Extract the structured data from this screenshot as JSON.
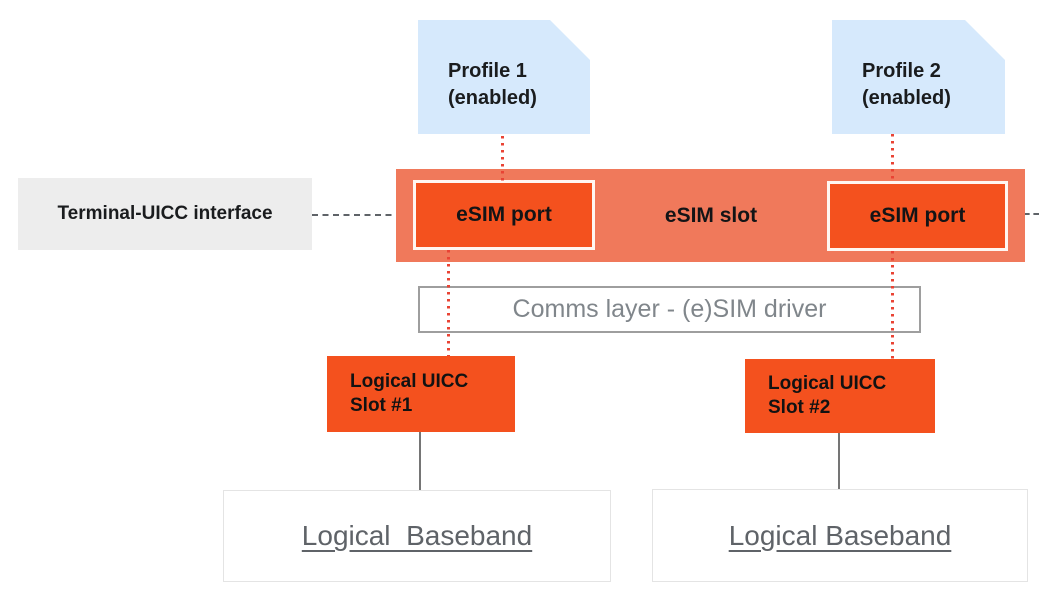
{
  "colors": {
    "profile_bg": "#D6E9FC",
    "slot_bg": "#F0795B",
    "port_bg": "#F4511E",
    "interface_bg": "#EDEDED",
    "red_dotted": "#E94334",
    "gray_line": "#757575",
    "dash_color": "#5F6368",
    "comms_border": "#9E9E9E",
    "comms_text": "#80868B",
    "baseband_text": "#5F6368"
  },
  "diagram": {
    "profile1": {
      "line1": "Profile 1",
      "line2": "(enabled)"
    },
    "profile2": {
      "line1": "Profile 2",
      "line2": "(enabled)"
    },
    "terminal_interface": "Terminal-UICC interface",
    "esim_slot": "eSIM slot",
    "esim_port1": "eSIM port",
    "esim_port2": "eSIM port",
    "comms_layer": "Comms layer - (e)SIM driver",
    "uicc_slot1": {
      "line1": "Logical UICC",
      "line2": "Slot #1"
    },
    "uicc_slot2": {
      "line1": "Logical UICC",
      "line2": "Slot #2"
    },
    "baseband1": "Logical  Baseband",
    "baseband2": "Logical Baseband"
  }
}
